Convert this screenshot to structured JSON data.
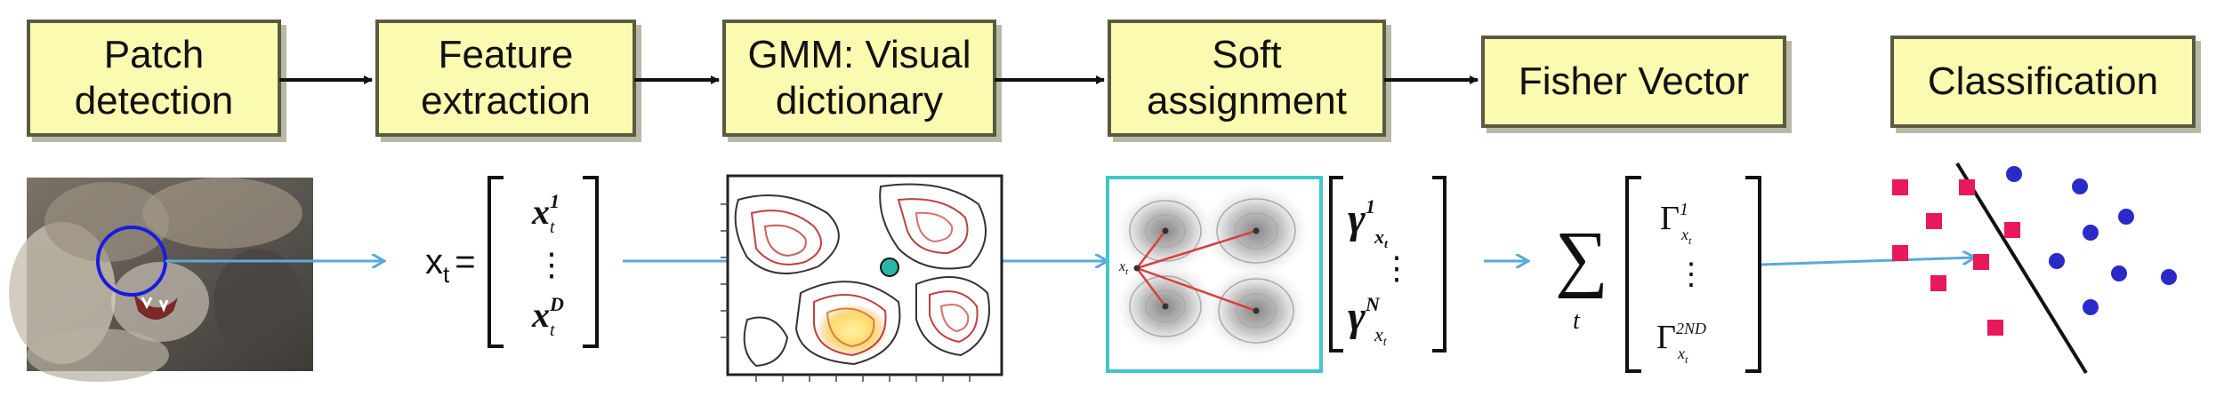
{
  "stages": [
    {
      "id": "patch",
      "label": "Patch\ndetection"
    },
    {
      "id": "feature",
      "label": "Feature\nextraction"
    },
    {
      "id": "gmm",
      "label": "GMM: Visual\ndictionary"
    },
    {
      "id": "soft",
      "label": "Soft\nassignment"
    },
    {
      "id": "fisher",
      "label": "Fisher Vector"
    },
    {
      "id": "classification",
      "label": "Classification"
    }
  ],
  "feature_vector": {
    "lhs": "x",
    "lhs_sub": "t",
    "equals": "=",
    "top": "x",
    "top_sup": "1",
    "top_sub": "t",
    "dots": "⋮",
    "bottom": "x",
    "bottom_sup": "D",
    "bottom_sub": "t"
  },
  "soft_vector": {
    "top": "γ",
    "top_sup": "1",
    "top_sub": "x",
    "top_subsub": "t",
    "dots": "⋮",
    "bottom": "γ",
    "bottom_sup": "N",
    "bottom_sub": "x",
    "bottom_subsub": "t",
    "point_label": "x",
    "point_label_sub": "t"
  },
  "fisher_vector": {
    "sum": "∑",
    "sum_sub": "t",
    "top": "Γ",
    "top_sup": "1",
    "top_sub": "x",
    "top_subsub": "t",
    "dots": "⋮",
    "bottom": "Γ",
    "bottom_sup": "2ND",
    "bottom_sub": "x",
    "bottom_subsub": "t"
  },
  "colors": {
    "box_fill": "#fafab0",
    "arrow": "#5aaad8",
    "class_a": "#e8185a",
    "class_b": "#2a2ac8",
    "gmm_frame": "#3ec8c8"
  }
}
